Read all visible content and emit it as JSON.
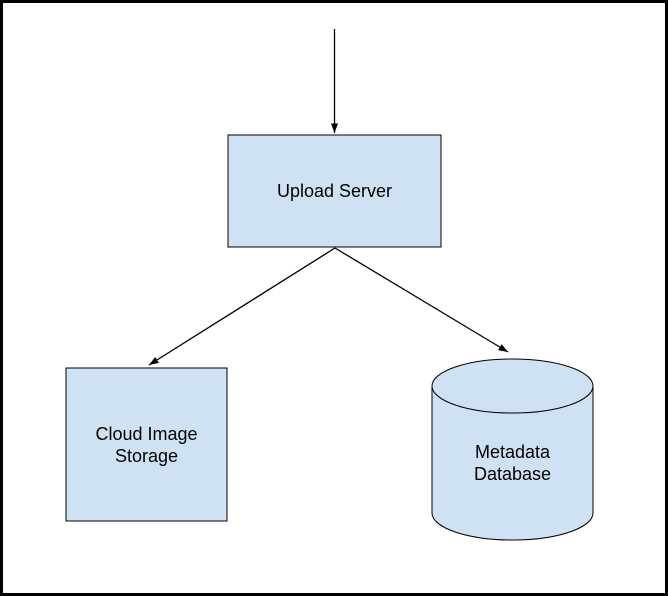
{
  "diagram": {
    "colors": {
      "canvas_bg": "#ffffff",
      "frame_color": "#000000",
      "node_fill": "#cfe2f3",
      "node_stroke": "#000000",
      "connector_color": "#000000",
      "text_color": "#000000"
    },
    "nodes": {
      "upload_server": {
        "label": "Upload Server"
      },
      "cloud_storage": {
        "label_line1": "Cloud Image",
        "label_line2": "Storage"
      },
      "metadata_database": {
        "label_line1": "Metadata",
        "label_line2": "Database"
      }
    },
    "connectors": [
      {
        "name": "incoming-arrow-to-upload-server"
      },
      {
        "name": "upload-server-to-cloud-storage"
      },
      {
        "name": "upload-server-to-metadata-database"
      }
    ]
  }
}
